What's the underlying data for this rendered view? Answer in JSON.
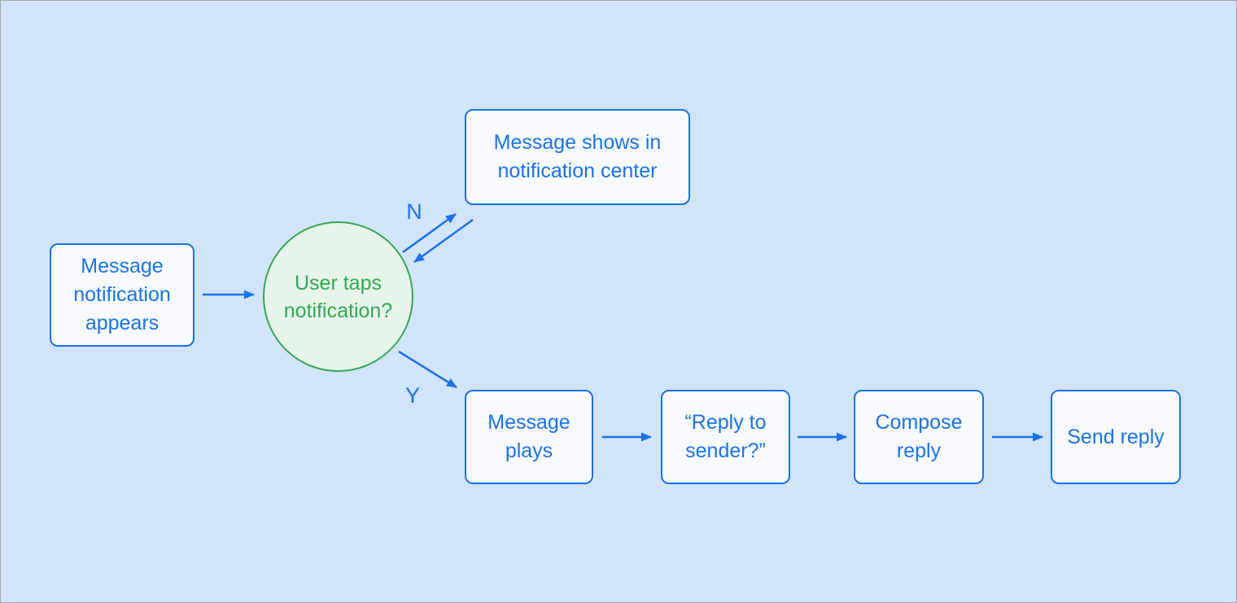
{
  "diagram": {
    "title": "message-notification-flowchart",
    "palette": {
      "background": "#D2E3FC",
      "blue_accent": "#1A73E8",
      "box_fill": "#F8FAFD",
      "green_accent": "#34A853",
      "decision_fill": "#E6F4EA"
    },
    "nodes": {
      "start": {
        "label": "Message notification appears",
        "shape": "rectangle"
      },
      "decision": {
        "label": "User taps notification?",
        "shape": "circle"
      },
      "notif": {
        "label": "Message shows in notification center",
        "shape": "rectangle"
      },
      "plays": {
        "label": "Message plays",
        "shape": "rectangle"
      },
      "reply": {
        "label": "“Reply to sender?”",
        "shape": "rectangle"
      },
      "compose": {
        "label": "Compose reply",
        "shape": "rectangle"
      },
      "send": {
        "label": "Send reply",
        "shape": "rectangle"
      }
    },
    "branch_labels": {
      "no": "N",
      "yes": "Y"
    },
    "edges": [
      "start -> decision",
      "decision -> notif (N)",
      "notif -> decision",
      "decision -> plays (Y)",
      "plays -> reply",
      "reply -> compose",
      "compose -> send"
    ]
  }
}
